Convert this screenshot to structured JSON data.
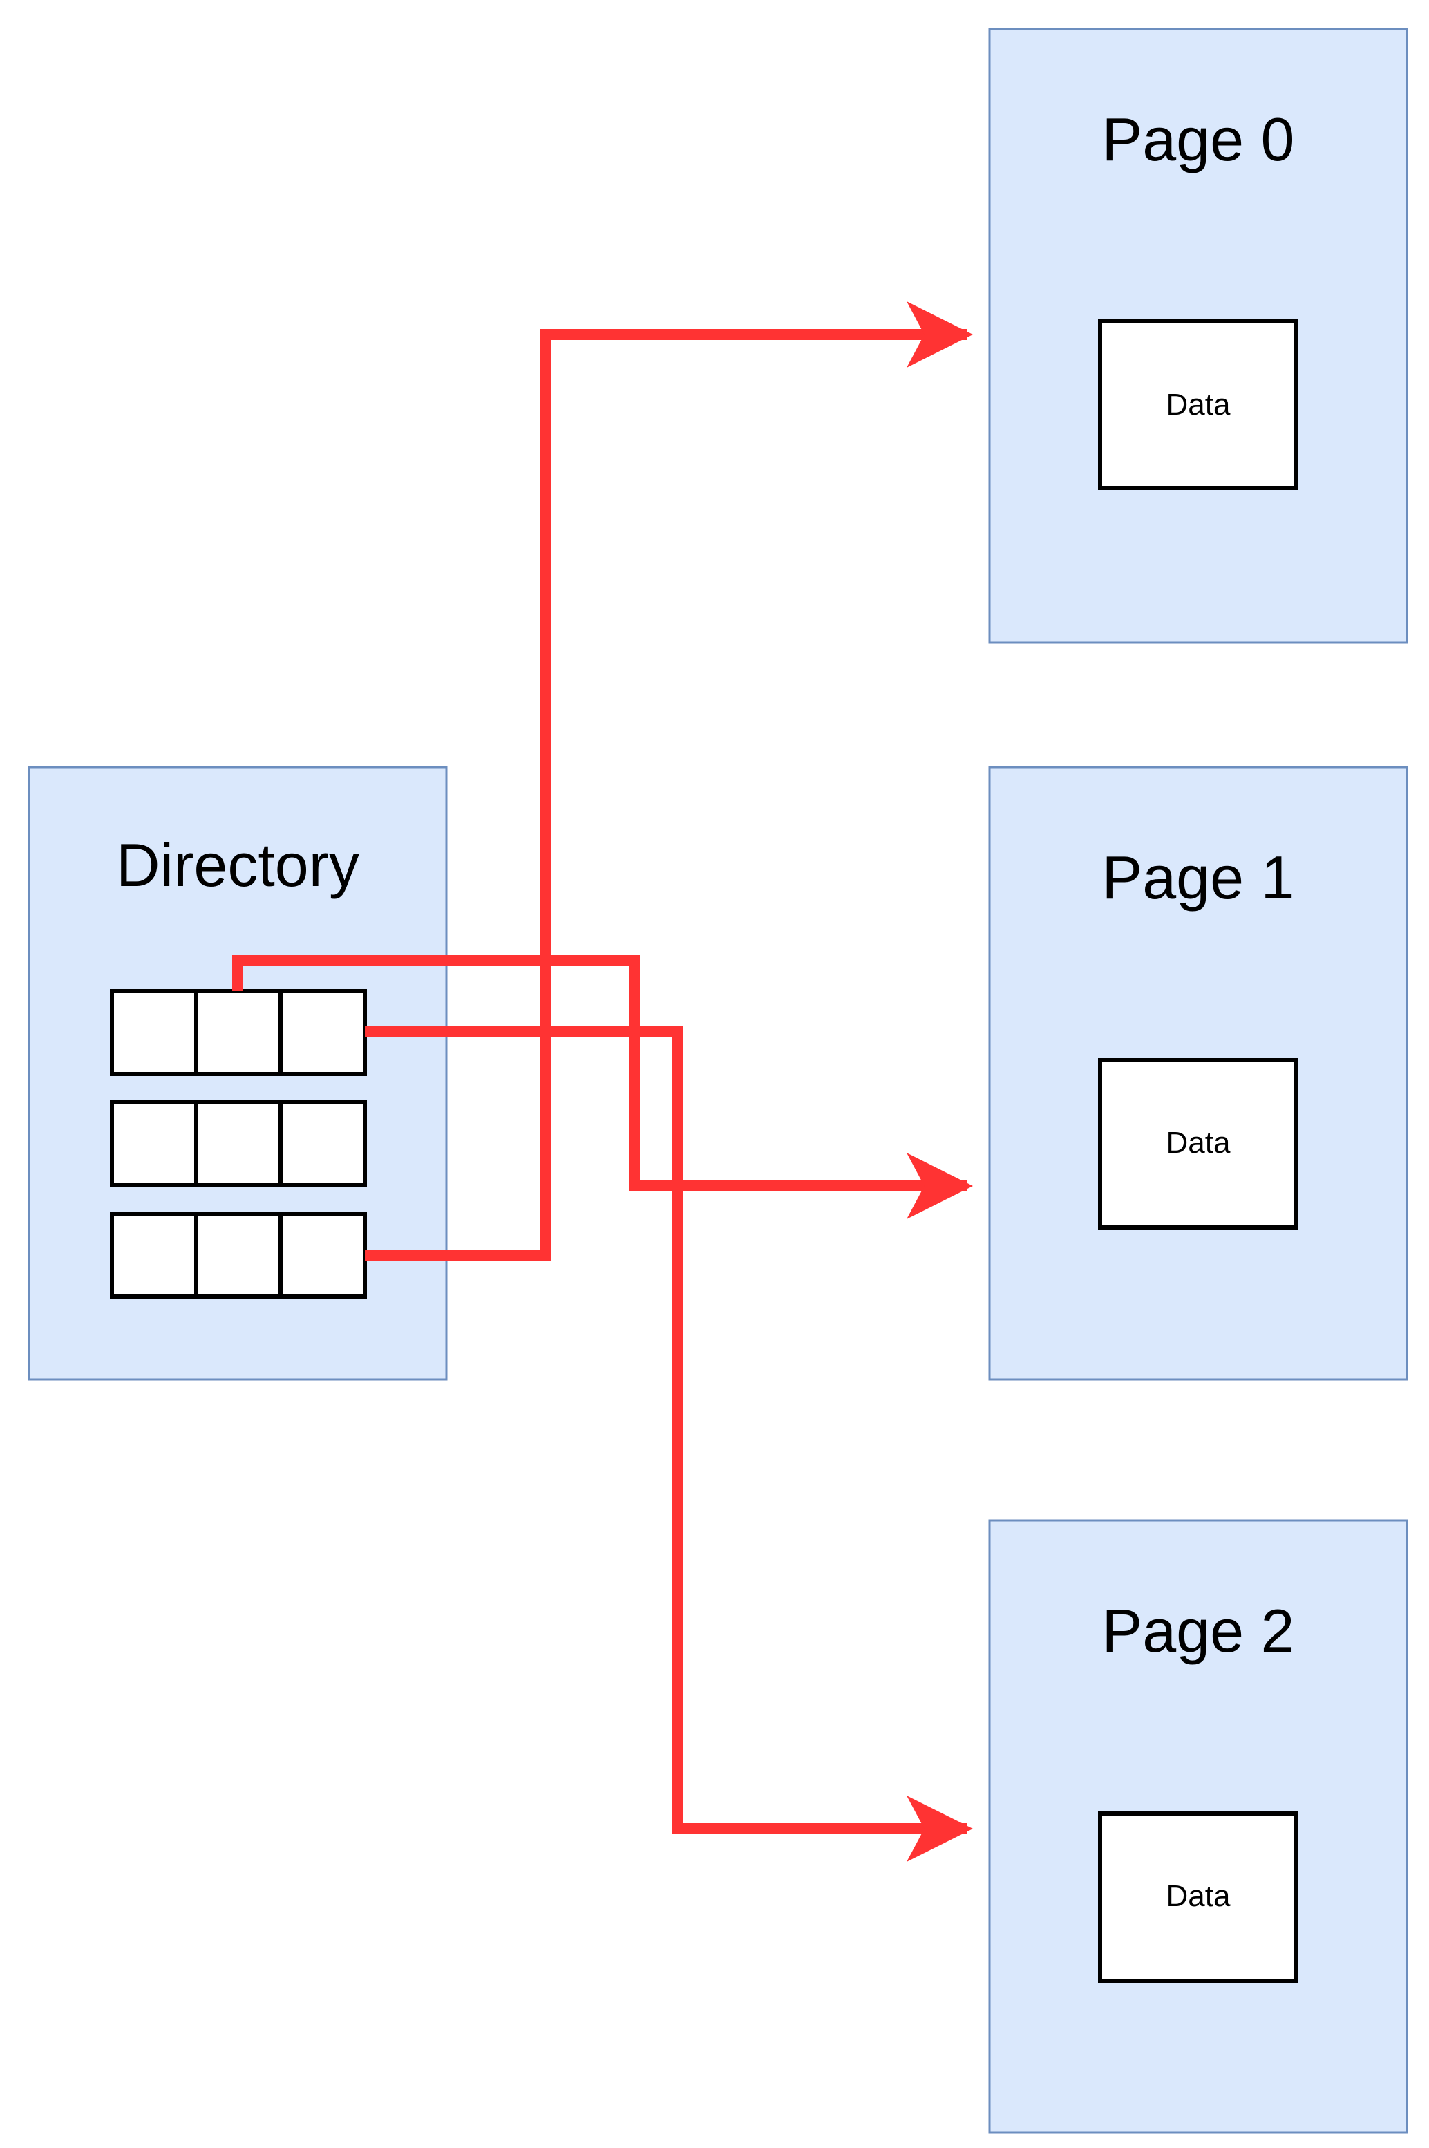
{
  "diagram": {
    "directory": {
      "title": "Directory"
    },
    "pages": [
      {
        "title": "Page 0",
        "data_label": "Data"
      },
      {
        "title": "Page 1",
        "data_label": "Data"
      },
      {
        "title": "Page 2",
        "data_label": "Data"
      }
    ],
    "colors": {
      "container_fill": "#dae8fc",
      "container_border": "#6c8ebf",
      "arrow": "#ff3333",
      "cell_border": "#000000"
    }
  }
}
